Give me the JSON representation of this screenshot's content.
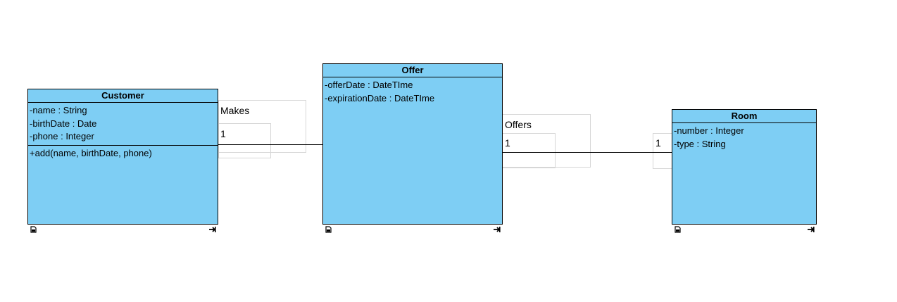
{
  "diagram": {
    "classes": {
      "customer": {
        "name": "Customer",
        "attributes": [
          "-name : String",
          "-birthDate : Date",
          "-phone : Integer"
        ],
        "operations": [
          "+add(name, birthDate, phone)"
        ]
      },
      "offer": {
        "name": "Offer",
        "attributes": [
          "-offerDate : DateTIme",
          "-expirationDate : DateTIme"
        ],
        "operations": []
      },
      "room": {
        "name": "Room",
        "attributes": [
          "-number : Integer",
          "-type : String"
        ],
        "operations": []
      }
    },
    "associations": {
      "makes": {
        "name": "Makes",
        "from": "Customer",
        "to": "Offer",
        "source_multiplicity": "1"
      },
      "offers": {
        "name": "Offers",
        "from": "Offer",
        "to": "Room",
        "source_multiplicity": "1",
        "target_multiplicity": "1"
      }
    },
    "icons": {
      "bottom_left": "document-icon",
      "bottom_right": "arrow-right-icon"
    },
    "colors": {
      "class_fill": "#7ecef4",
      "border": "#000000",
      "label_box": "#d6d6d6"
    }
  }
}
